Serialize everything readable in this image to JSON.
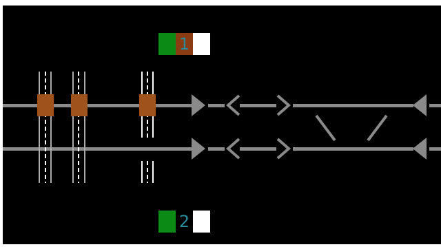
{
  "colors": {
    "background": "#000000",
    "frame": "#ffffff",
    "track": "#8a8a8a",
    "crossing_road": "#aaaaaa",
    "crossing_road_dash": "#ffffff",
    "crossing_gate": "#a0521c",
    "signal_green": "#0b8a16",
    "signal_white": "#ffffff",
    "signal_red": "#8b3c12",
    "signal_number": "#2a8c9a"
  },
  "signals": [
    {
      "id": "1",
      "label": "1",
      "aspect": "red"
    },
    {
      "id": "2",
      "label": "2",
      "aspect": "off"
    }
  ],
  "tracks": [
    {
      "id": "upper",
      "name": "track-upper"
    },
    {
      "id": "lower",
      "name": "track-lower"
    }
  ],
  "level_crossings": [
    {
      "id": "crossing-1",
      "gate_closed": true
    },
    {
      "id": "crossing-2",
      "gate_closed": true
    },
    {
      "id": "crossing-3",
      "gate_closed": true
    }
  ],
  "icons": {
    "direction_right": "triangle-right-icon",
    "direction_left": "triangle-left-icon",
    "chevron_left": "chevron-left-icon",
    "chevron_right": "chevron-right-icon"
  }
}
